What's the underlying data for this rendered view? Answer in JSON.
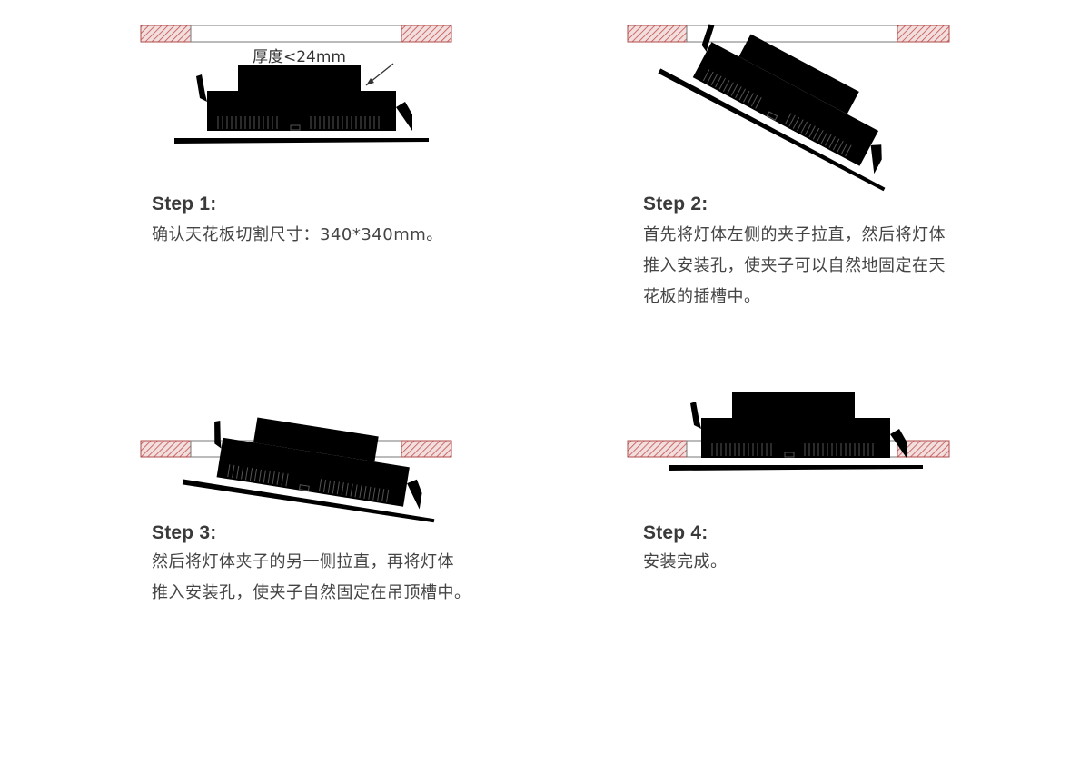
{
  "diagram": {
    "thickness_label": "厚度<24mm"
  },
  "steps": [
    {
      "title": "Step 1:",
      "description": "确认天花板切割尺寸：340*340mm。"
    },
    {
      "title": "Step 2:",
      "description": "首先将灯体左侧的夹子拉直，然后将灯体\n推入安装孔，使夹子可以自然地固定在天\n花板的插槽中。"
    },
    {
      "title": "Step 3:",
      "description": "然后将灯体夹子的另一侧拉直，再将灯体\n推入安装孔，使夹子自然固定在吊顶槽中。"
    },
    {
      "title": "Step 4:",
      "description": "安装完成。"
    }
  ],
  "colors": {
    "ceiling_hatch": "#c0504d",
    "line": "#555555",
    "text": "#3a3a3a"
  }
}
